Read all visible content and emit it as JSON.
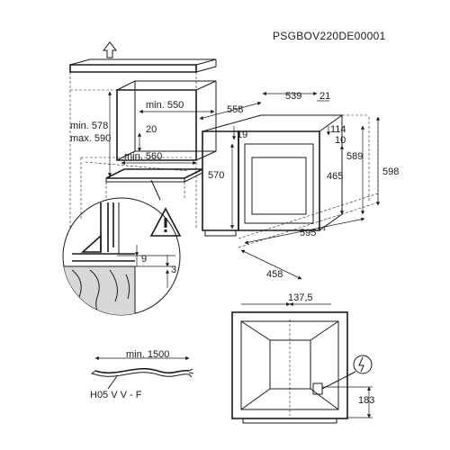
{
  "document_code": "PSGBOV220DE00001",
  "cabinet": {
    "min_height_label": "min. 578",
    "max_height_label": "max. 590",
    "min_width_label": "min. 550",
    "min_depth_label": "min. 560",
    "gap_20": "20"
  },
  "oven": {
    "width_558": "558",
    "depth_539": "539",
    "door_21": "21",
    "top_19": "19",
    "height_570": "570",
    "dim_114": "114",
    "dim_10": "10",
    "dim_465": "465",
    "dim_589": "589",
    "dim_598": "598",
    "width_595": "595",
    "tolerance": "+-1",
    "dim_458": "458"
  },
  "detail": {
    "dim_9": "9",
    "dim_3": "3"
  },
  "cable": {
    "length_label": "min. 1500",
    "type_label": "H05 V V - F"
  },
  "rear": {
    "dim_137_5": "137,5",
    "dim_183": "183"
  },
  "colors": {
    "line": "#1a1a1a",
    "wood_fill": "#d8d8d8",
    "background": "#ffffff"
  }
}
